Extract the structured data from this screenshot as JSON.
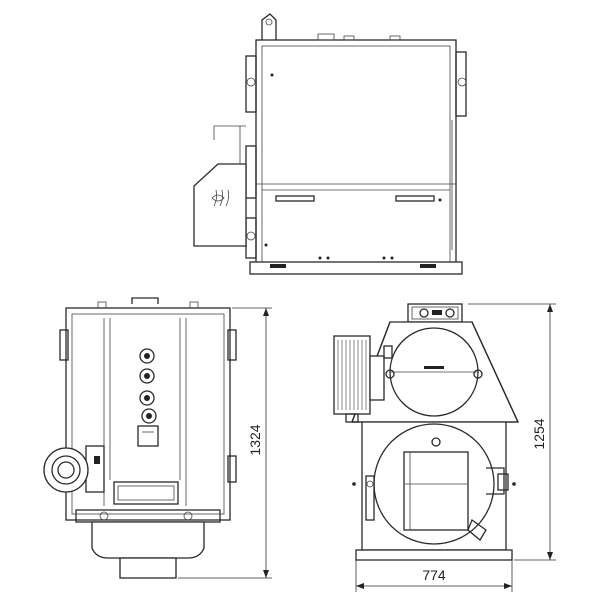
{
  "dimensions": {
    "side_height": "1324",
    "front_height": "1254",
    "front_width": "774"
  },
  "colors": {
    "line": "#2a2a2a",
    "background": "#ffffff"
  }
}
